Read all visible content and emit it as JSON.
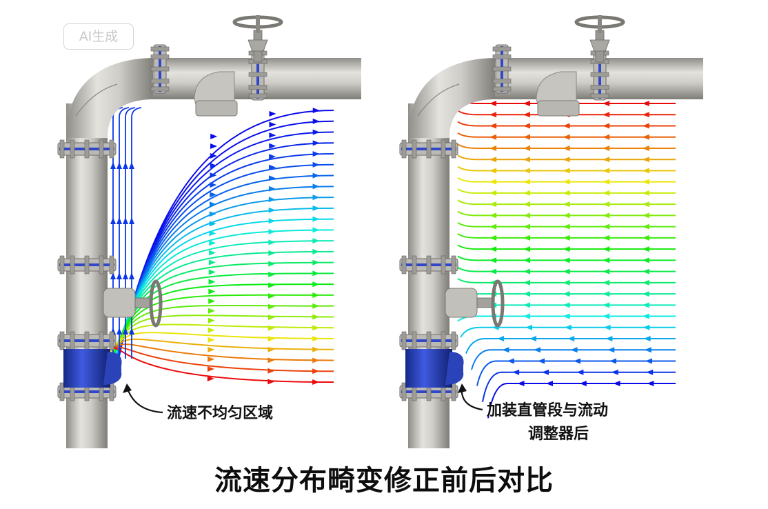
{
  "watermark": "AI生成",
  "left_panel": {
    "label": "流速不均匀区域"
  },
  "right_panel": {
    "label_line1": "加装直管段与流动",
    "label_line2": "调整器后"
  },
  "caption": "流速分布畸变修正前后对比",
  "colors": {
    "pipe": "#c9c7c2",
    "pipe_dark": "#8d8b86",
    "flange_ring": "#2f47c8",
    "reducer": "#2a43b8",
    "stream_slow": "#1a22d8",
    "stream_fast": "#e8141a"
  },
  "icons": [
    "valve-handwheel-icon",
    "side-valve-icon",
    "curved-arrow-icon"
  ]
}
